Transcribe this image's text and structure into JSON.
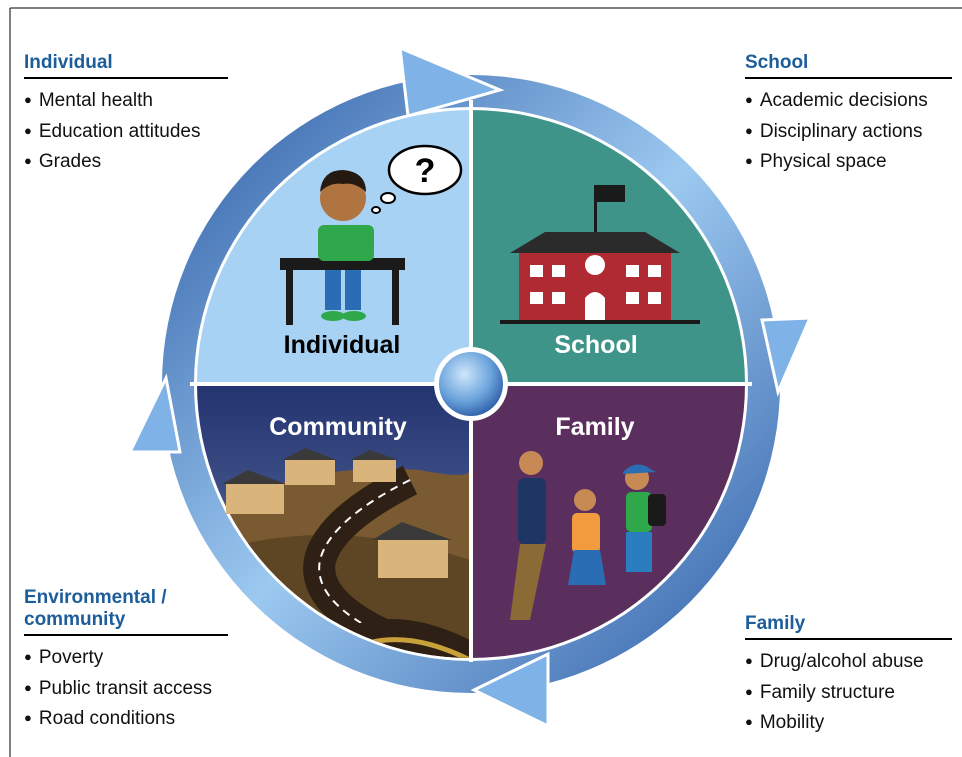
{
  "diagram": {
    "quadrants": {
      "individual": "Individual",
      "school": "School",
      "community": "Community",
      "family": "Family"
    },
    "thought_symbol": "?"
  },
  "panels": {
    "individual": {
      "title": "Individual",
      "items": [
        "Mental health",
        "Education attitudes",
        "Grades"
      ]
    },
    "school": {
      "title": "School",
      "items": [
        "Academic decisions",
        "Disciplinary actions",
        "Physical space"
      ]
    },
    "environment": {
      "title_line1": "Environmental /",
      "title_line2": "community",
      "items": [
        "Poverty",
        "Public transit access",
        "Road conditions"
      ]
    },
    "family": {
      "title": "Family",
      "items": [
        "Drug/alcohol abuse",
        "Family structure",
        "Mobility"
      ]
    }
  },
  "bullet": "●",
  "colors": {
    "heading": "#1c5d9a",
    "individual_bg": "#a8d2f4",
    "school_bg": "#3e9489",
    "community_sky": "#27397a",
    "family_bg": "#5a2f5d",
    "arrow_dark": "#2c5aa4",
    "arrow_light": "#cfe6fb"
  }
}
